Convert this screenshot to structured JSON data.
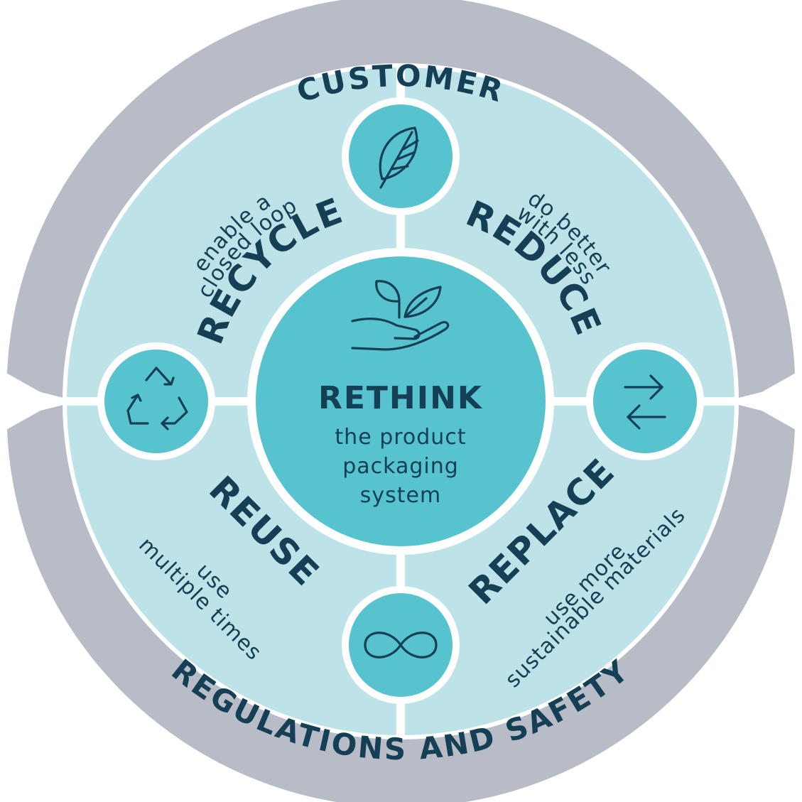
{
  "outer_ring": {
    "top_label": "CUSTOMER",
    "bottom_label": "REGULATIONS AND SAFETY"
  },
  "center": {
    "title": "RETHINK",
    "subtitle_lines": [
      "the product",
      "packaging",
      "system"
    ]
  },
  "quadrants": {
    "recycle": {
      "title": "RECYCLE",
      "sub_lines": [
        "enable a",
        "closed loop"
      ]
    },
    "reduce": {
      "title": "REDUCE",
      "sub_lines": [
        "do better",
        "with less"
      ]
    },
    "reuse": {
      "title": "REUSE",
      "sub_lines": [
        "use",
        "multiple times"
      ]
    },
    "replace": {
      "title": "REPLACE",
      "sub_lines": [
        "use more",
        "sustainable materials"
      ]
    }
  },
  "icons": {
    "top": "feather-icon",
    "left": "recycle-icon",
    "right": "swap-arrows-icon",
    "bottom": "infinity-icon",
    "center": "hand-sprout-icon"
  },
  "colors": {
    "outer_ring": "#b8bcc7",
    "quadrant_fill": "#bde3e8",
    "circle_fill": "#56c3cf",
    "text": "#143f55",
    "divider": "#ffffff"
  }
}
